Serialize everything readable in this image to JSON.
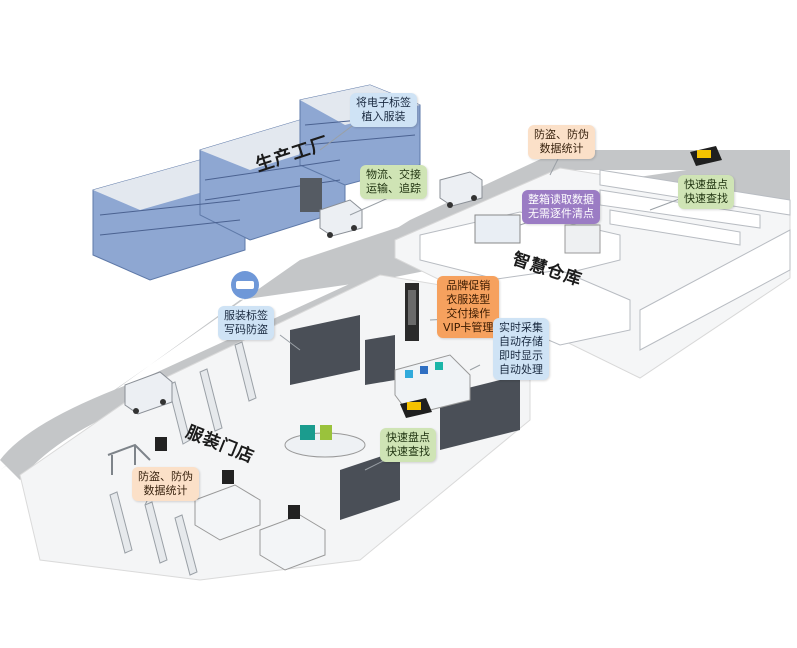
{
  "areas": {
    "factory": "生产工厂",
    "warehouse": "智慧仓库",
    "store": "服装门店"
  },
  "callouts": {
    "tag_implant": [
      "将电子标签",
      "植入服装"
    ],
    "logistics": [
      "物流、交接",
      "运输、追踪"
    ],
    "warehouse_antitheft": [
      "防盗、防伪",
      "数据统计"
    ],
    "box_read": [
      "整箱读取数据",
      "无需逐件清点"
    ],
    "warehouse_fast": [
      "快速盘点",
      "快速查找"
    ],
    "brand_promo": [
      "品牌促销",
      "衣服选型",
      "交付操作",
      "VIP卡管理"
    ],
    "garment_label": [
      "服装标签",
      "写码防盗"
    ],
    "realtime": [
      "实时采集",
      "自动存储",
      "即时显示",
      "自动处理"
    ],
    "store_fast": [
      "快速盘点",
      "快速查找"
    ],
    "store_antitheft": [
      "防盗、防伪",
      "数据统计"
    ]
  },
  "colors": {
    "blue_callout": "#cfe3f5",
    "orange_callout": "#f6a15e",
    "green_callout": "#cfe4b5",
    "purple_callout": "#9b7cc4",
    "peach_callout": "#fbe0c8",
    "road": "#c4c6c8",
    "building_blue": "#7f99c8"
  }
}
